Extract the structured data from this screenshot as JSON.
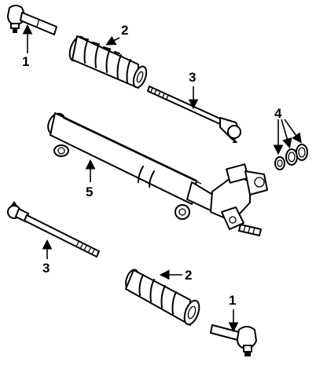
{
  "callouts": {
    "tie_rod_end_top": "1",
    "boot_top": "2",
    "inner_tie_rod_top": "3",
    "seals": "4",
    "rack_housing": "5",
    "inner_tie_rod_bottom": "3",
    "boot_bottom": "2",
    "tie_rod_end_bottom": "1"
  }
}
